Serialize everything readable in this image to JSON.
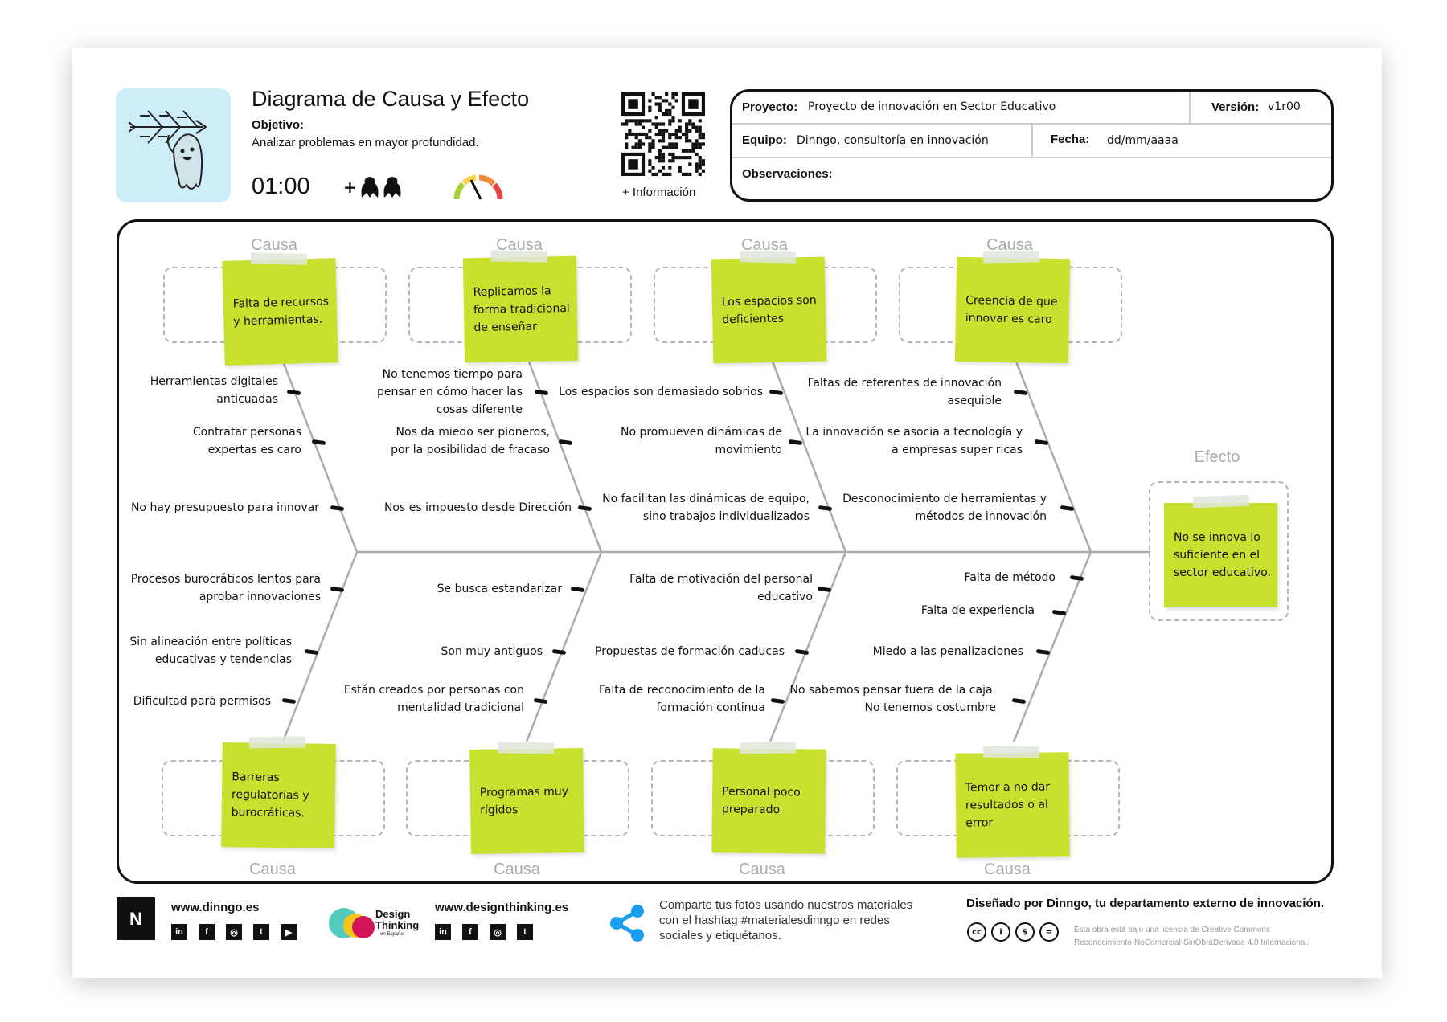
{
  "header": {
    "title": "Diagrama de Causa y Efecto",
    "objective_label": "Objetivo:",
    "objective_text": "Analizar problemas en mayor profundidad.",
    "timer": "01:00",
    "participants_prefix": "+",
    "more_info": "+ Información",
    "icons": [
      "fishbone-ghost-icon",
      "people-icon",
      "difficulty-gauge-icon",
      "qr-code"
    ]
  },
  "info": {
    "project_label": "Proyecto:",
    "project_value": "Proyecto de innovación en Sector Educativo",
    "version_label": "Versión:",
    "version_value": "v1r00",
    "team_label": "Equipo:",
    "team_value": "Dinngo, consultoría en innovación",
    "date_label": "Fecha:",
    "date_value": "dd/mm/aaaa",
    "observations_label": "Observaciones:"
  },
  "diagram": {
    "cause_label": "Causa",
    "effect_label": "Efecto",
    "effect_note": "No se innova lo suficiente en el sector educativo.",
    "note_color": "#c8e02e",
    "top_causes": [
      {
        "note": "Falta de recursos y herramientas.",
        "items": [
          "Herramientas digitales\nanticuadas",
          "Contratar personas\nexpertas es caro",
          "No hay presupuesto para innovar"
        ]
      },
      {
        "note": "Replicamos la forma tradicional de enseñar",
        "items": [
          "No tenemos tiempo para\npensar en cómo hacer las\ncosas diferente",
          "Nos da miedo ser pioneros,\npor la posibilidad de fracaso",
          "Nos es impuesto desde Dirección"
        ]
      },
      {
        "note": "Los espacios son deficientes",
        "items": [
          "Los espacios son demasiado sobrios",
          "No promueven dinámicas de\nmovimiento",
          "No facilitan las dinámicas de equipo,\nsino trabajos individualizados"
        ]
      },
      {
        "note": "Creencia de que innovar es caro",
        "items": [
          "Faltas de referentes de innovación\nasequible",
          "La innovación se asocia a tecnología y\na empresas super ricas",
          "Desconocimiento de herramientas y\nmétodos de innovación"
        ]
      }
    ],
    "bottom_causes": [
      {
        "note": "Barreras regulatorias y burocráticas.",
        "items": [
          "Procesos burocráticos lentos para\naprobar innovaciones",
          "Sin alineación entre políticas\neducativas y tendencias",
          "Dificultad para permisos"
        ]
      },
      {
        "note": "Programas muy rígidos",
        "items": [
          "Se busca estandarizar",
          "Son muy antiguos",
          "Están creados por personas con\nmentalidad tradicional"
        ]
      },
      {
        "note": "Personal poco preparado",
        "items": [
          "Falta de motivación del personal\neducativo",
          "Propuestas de formación caducas",
          "Falta de reconocimiento de la\nformación continua"
        ]
      },
      {
        "note": "Temor a no dar resultados o al error",
        "items": [
          "Falta de método",
          "Falta de experiencia",
          "Miedo a las penalizaciones",
          "No  sabemos pensar fuera de la caja.\nNo tenemos costumbre"
        ]
      }
    ]
  },
  "footer": {
    "dinngo_url": "www.dinngo.es",
    "dinngo_logo": "N",
    "dinngo_socials": [
      "in",
      "f",
      "◎",
      "t",
      "▶"
    ],
    "dt_logo_text": "Design Thinking",
    "dt_logo_sub": "en Español",
    "dt_url": "www.designthinking.es",
    "dt_socials": [
      "in",
      "f",
      "◎",
      "t"
    ],
    "share_text": "Comparte tus fotos usando nuestros materiales con el hashtag #materialesdinngo en redes sociales y etiquétanos.",
    "designed_by": "Diseñado por Dinngo, tu departamento externo de innovación.",
    "cc_icons": [
      "cc",
      "i",
      "$",
      "="
    ],
    "license_line1": "Esta obra está bajo una licencia de Creative Commons",
    "license_line2": "Reconocimiento-NoComercial-SinObraDerivada 4.0 Internacional."
  }
}
